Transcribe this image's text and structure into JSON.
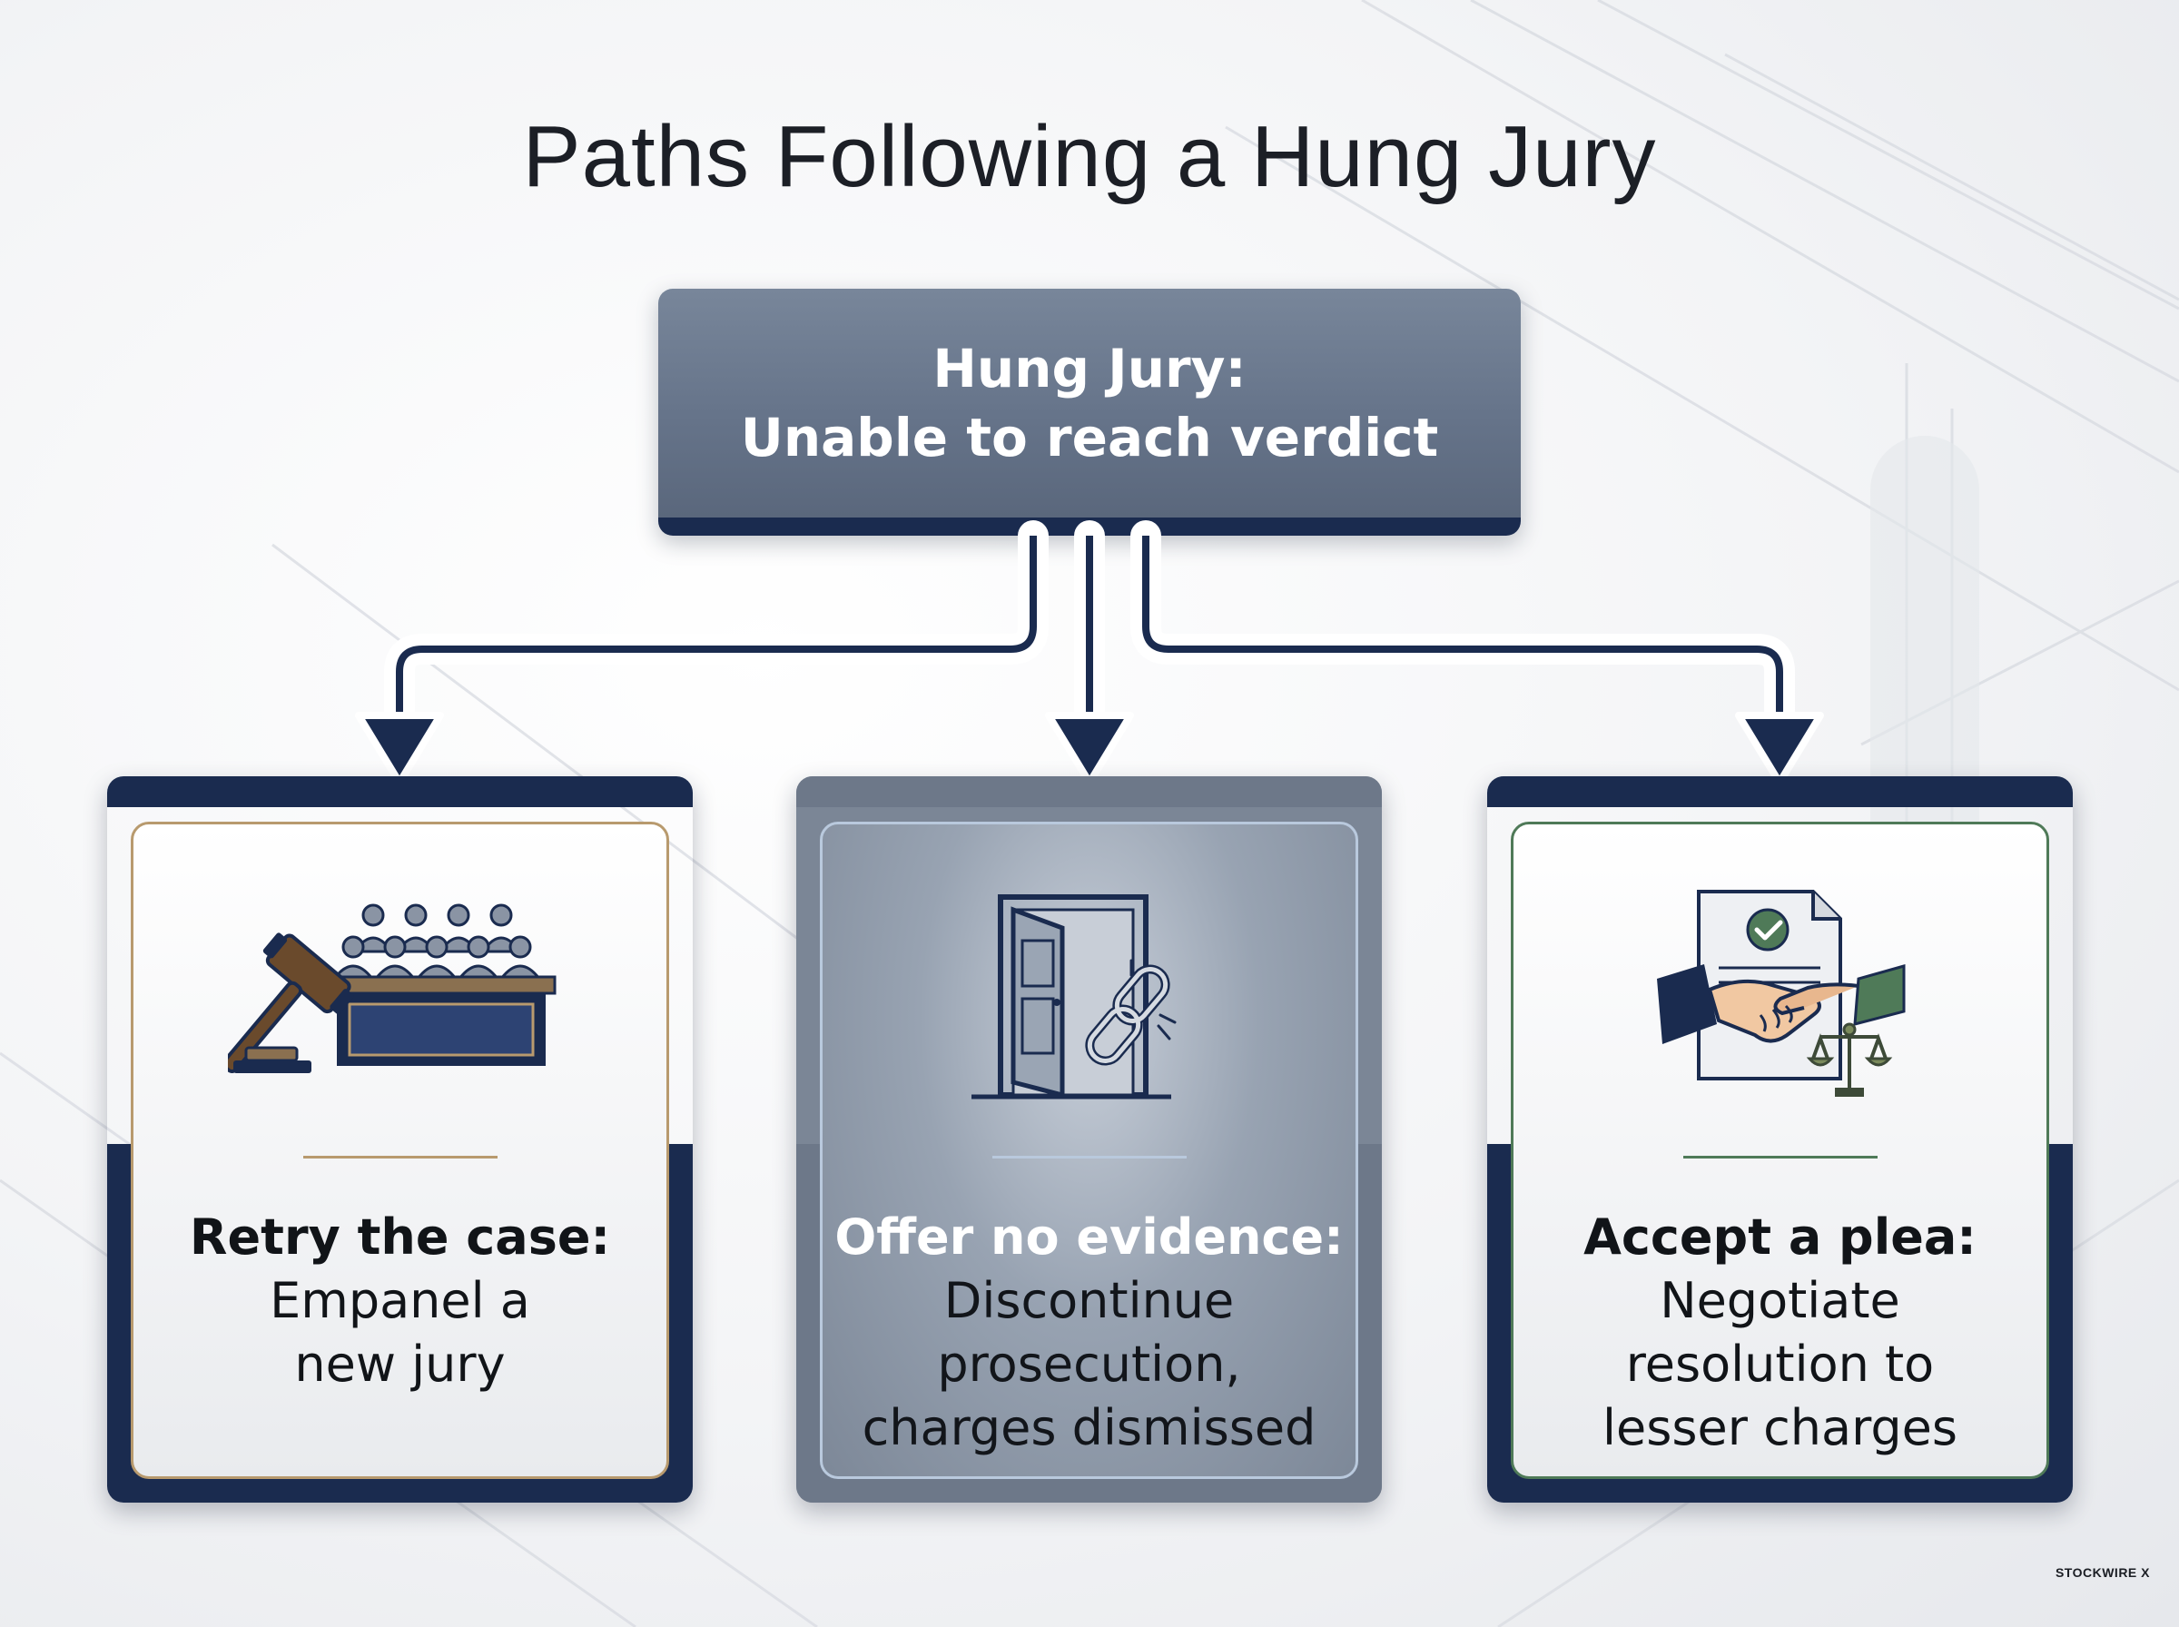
{
  "title": "Paths Following a Hung Jury",
  "top_node": {
    "line1": "Hung Jury:",
    "line2": "Unable to reach verdict"
  },
  "cards": [
    {
      "lead": "Retry the case:",
      "lines": [
        "Empanel a",
        "new jury"
      ],
      "icon": "gavel-and-jury-box-icon",
      "accent": "#b89a6e"
    },
    {
      "lead": "Offer no evidence:",
      "lines": [
        "Discontinue",
        "prosecution,",
        "charges dismissed"
      ],
      "icon": "open-door-broken-chain-icon",
      "accent": "#b9c9dd"
    },
    {
      "lead": "Accept a plea:",
      "lines": [
        "Negotiate",
        "resolution to",
        "lesser charges"
      ],
      "icon": "handshake-document-scales-icon",
      "accent": "#4f7a58"
    }
  ],
  "colors": {
    "navy": "#1a2b4f",
    "slate": "#6b788c",
    "gold": "#b89a6e",
    "green": "#4f7a58"
  },
  "watermark": "STOCKWIRE X"
}
